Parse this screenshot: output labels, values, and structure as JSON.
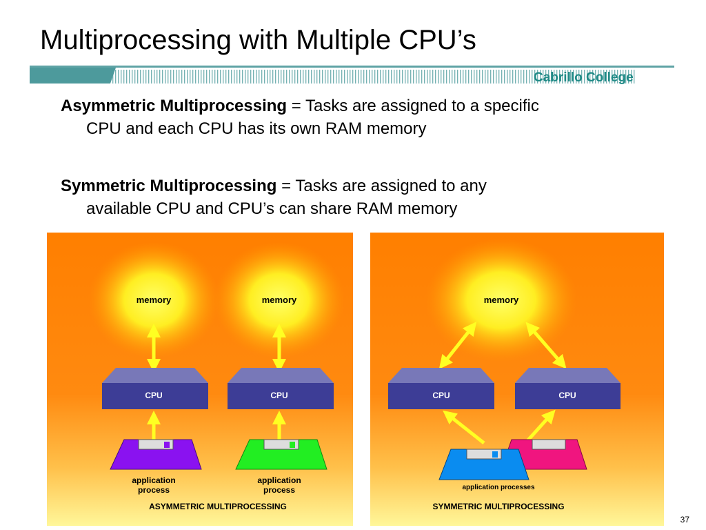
{
  "slide": {
    "title": "Multiprocessing with Multiple CPU’s",
    "brand": "Cabrillo College",
    "page_number": "37"
  },
  "bullets": [
    {
      "term": "Asymmetric Multiprocessing",
      "line1": " = Tasks are assigned to a specific",
      "line2": "CPU and each CPU has its own RAM memory"
    },
    {
      "term": "Symmetric Multiprocessing",
      "line1": " = Tasks are assigned to any",
      "line2": "available CPU and CPU’s can share RAM memory"
    }
  ],
  "asymmetric": {
    "memory_labels": [
      "memory",
      "memory"
    ],
    "cpu_labels": [
      "CPU",
      "CPU"
    ],
    "process_labels": [
      [
        "application",
        "process"
      ],
      [
        "application",
        "process"
      ]
    ],
    "caption": "ASYMMETRIC MULTIPROCESSING",
    "floppy_colors": [
      "#8a12f0",
      "#22ee22"
    ]
  },
  "symmetric": {
    "memory_label": "memory",
    "cpu_labels": [
      "CPU",
      "CPU"
    ],
    "process_label": "application processes",
    "caption": "SYMMETRIC MULTIPROCESSING",
    "floppy_colors": [
      "#0a8cf0",
      "#f0157f"
    ]
  }
}
